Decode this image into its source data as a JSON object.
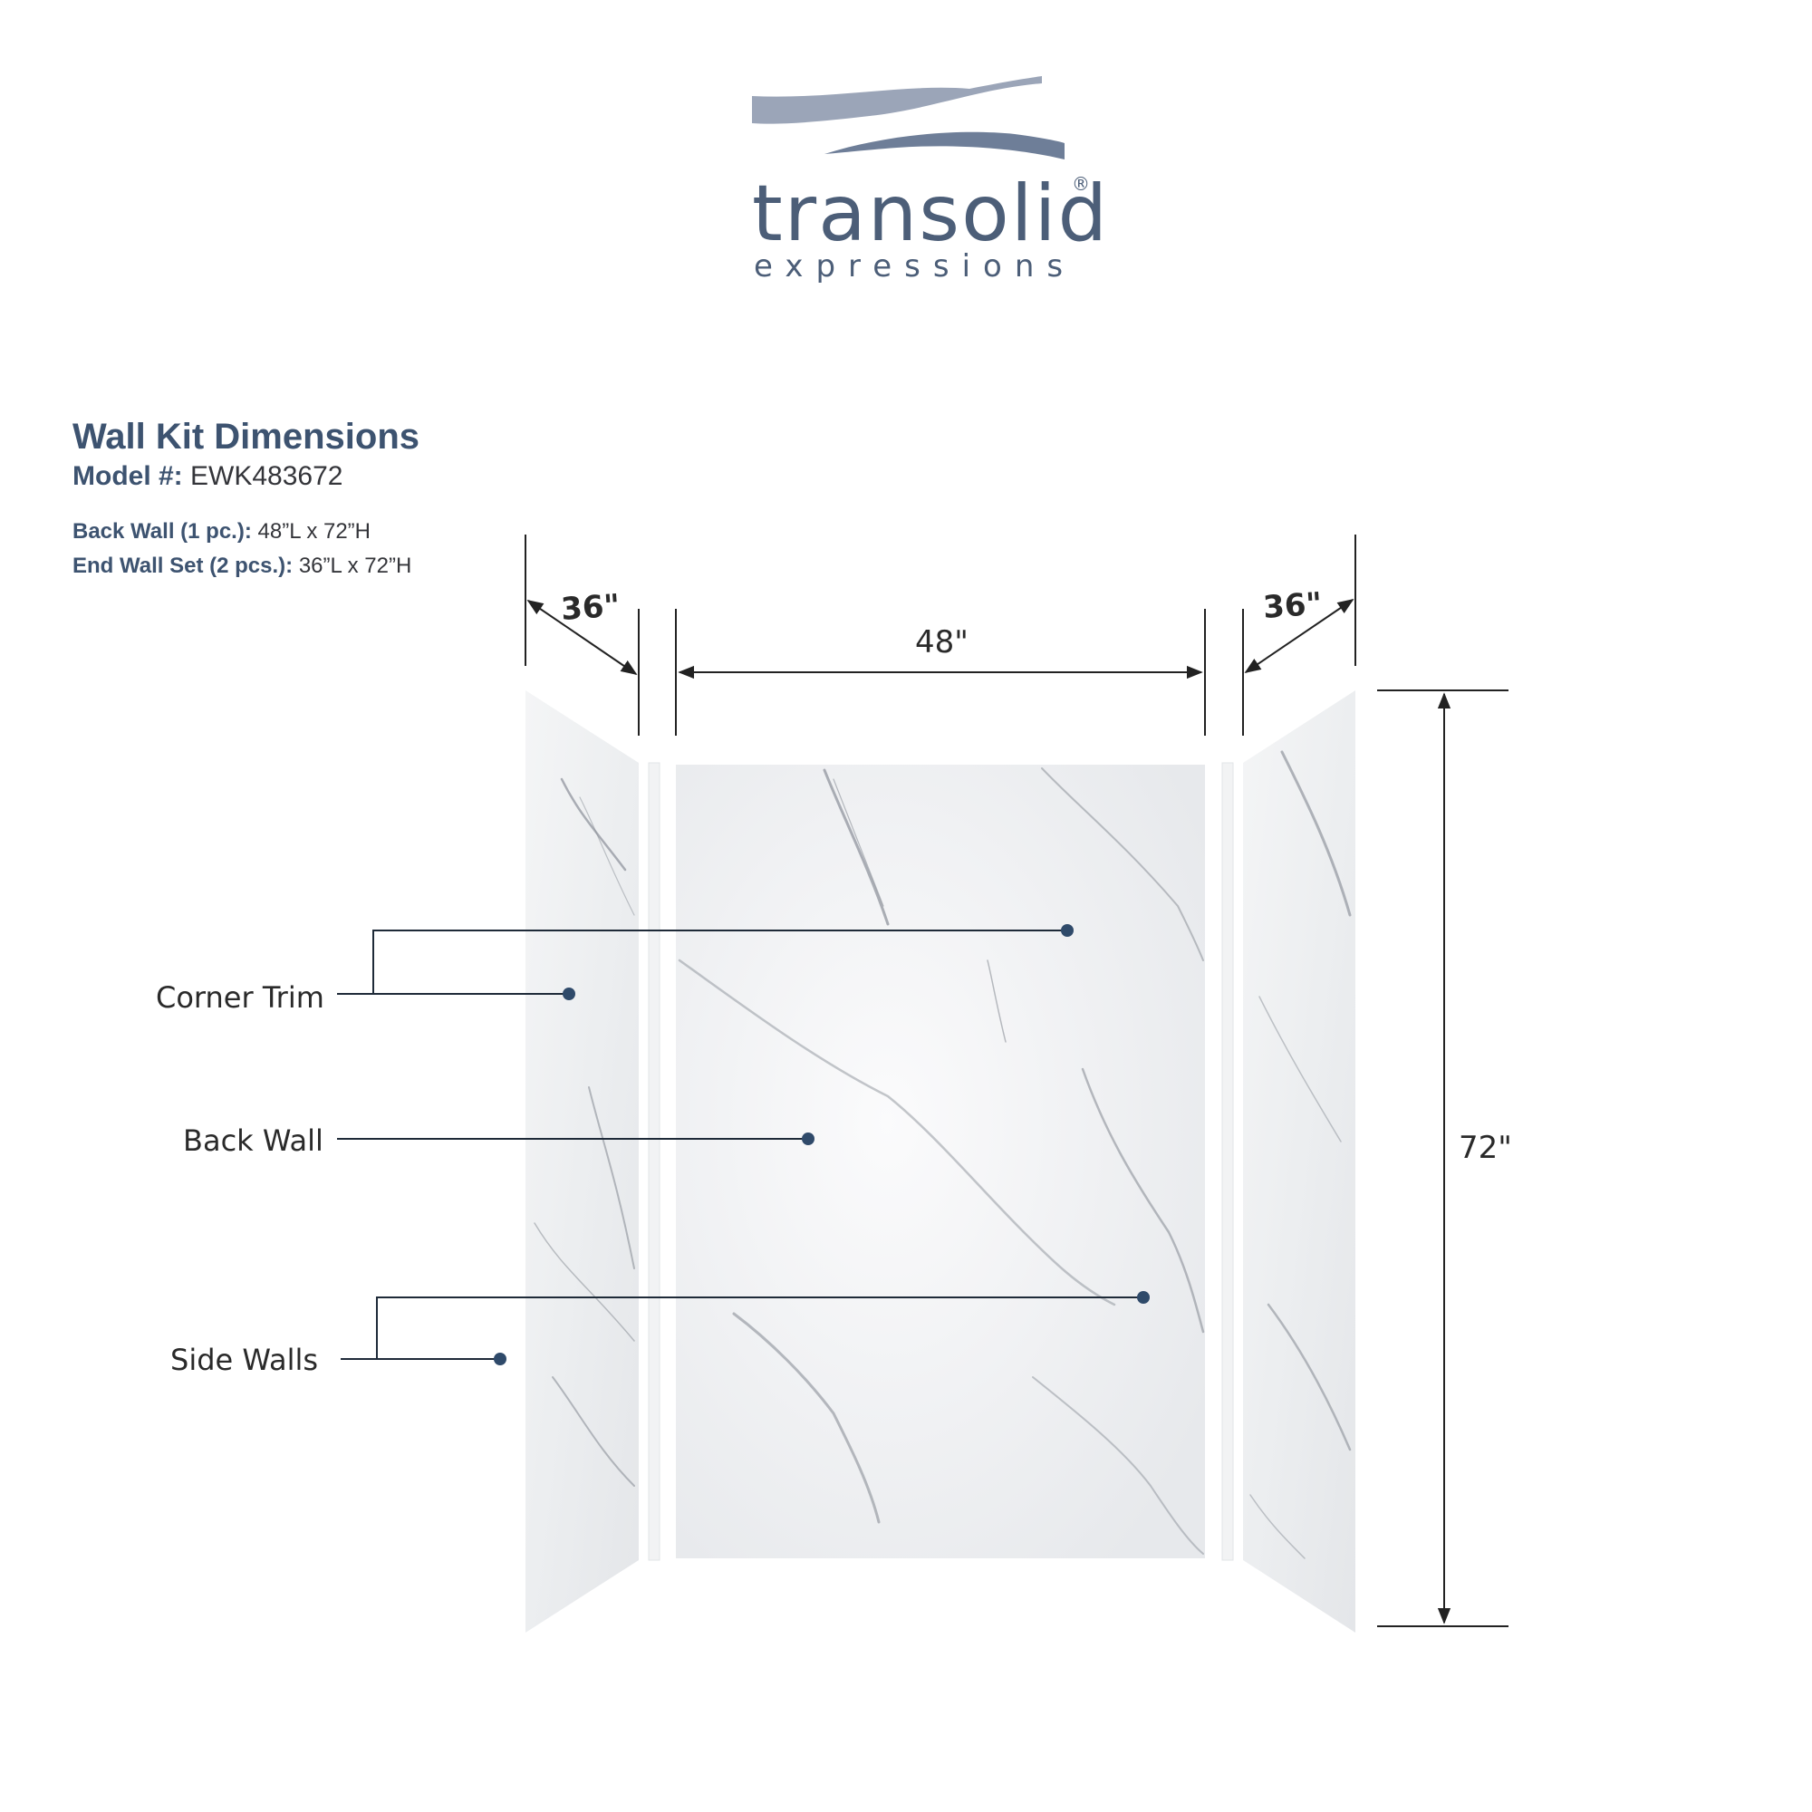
{
  "brand": {
    "name": "transolid",
    "registered": "®",
    "tagline": "expressions",
    "wave_color_top": "#9ba5b8",
    "wave_color_bottom": "#6e7e98",
    "text_color": "#4c5e78"
  },
  "spec": {
    "title": "Wall Kit Dimensions",
    "model_label": "Model #:",
    "model_value": "EWK483672",
    "back_wall_label": "Back Wall (1 pc.):",
    "back_wall_value": "48”L x 72”H",
    "end_wall_label": "End Wall Set (2 pcs.):",
    "end_wall_value": "36”L x 72”H"
  },
  "dimensions": {
    "left_width": "36\"",
    "back_width": "48\"",
    "right_width": "36\"",
    "height": "72\""
  },
  "callouts": {
    "corner_trim": "Corner Trim",
    "back_wall": "Back Wall",
    "side_walls": "Side Walls",
    "dot_color": "#2f4a6a"
  }
}
